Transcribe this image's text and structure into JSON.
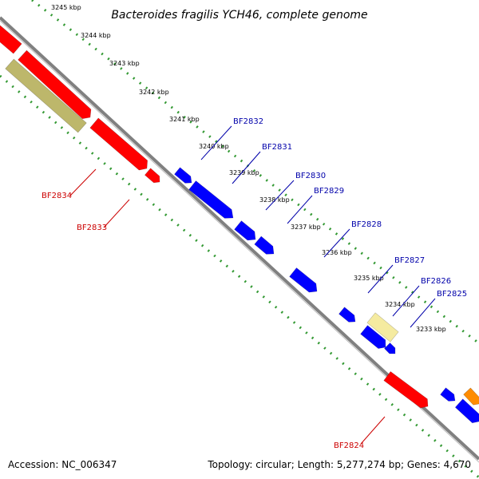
{
  "title": "Bacteroides fragilis YCH46, complete genome",
  "footer": {
    "accession_label": "Accession:",
    "accession": "NC_006347",
    "topology_label": "Topology:",
    "topology": "circular",
    "length_label": "Length:",
    "length": "5,277,274 bp",
    "genes_label": "Genes:",
    "genes": "4,670"
  },
  "colors": {
    "backbone": "#808080",
    "tick_line": "#339933",
    "reverse_strand_label": "#cc0000",
    "forward_strand_label": "#0000aa",
    "gene_red": "#ff0000",
    "gene_blue": "#0000ff",
    "gene_olive": "#bdb76b",
    "gene_pale": "#f5eba0",
    "gene_orange": "#ff8c00"
  },
  "kbp_ticks": [
    "3245 kbp",
    "3244 kbp",
    "3243 kbp",
    "3242 kbp",
    "3241 kbp",
    "3240 kbp",
    "3239 kbp",
    "3238 kbp",
    "3237 kbp",
    "3236 kbp",
    "3235 kbp",
    "3234 kbp",
    "3233 kbp"
  ],
  "gene_labels": [
    {
      "name": "BF2832",
      "strand": "forward"
    },
    {
      "name": "BF2831",
      "strand": "forward"
    },
    {
      "name": "BF2830",
      "strand": "forward"
    },
    {
      "name": "BF2829",
      "strand": "forward"
    },
    {
      "name": "BF2828",
      "strand": "forward"
    },
    {
      "name": "BF2827",
      "strand": "forward"
    },
    {
      "name": "BF2826",
      "strand": "forward"
    },
    {
      "name": "BF2825",
      "strand": "forward"
    },
    {
      "name": "BF2834",
      "strand": "reverse"
    },
    {
      "name": "BF2833",
      "strand": "reverse"
    },
    {
      "name": "BF2824",
      "strand": "reverse"
    }
  ]
}
